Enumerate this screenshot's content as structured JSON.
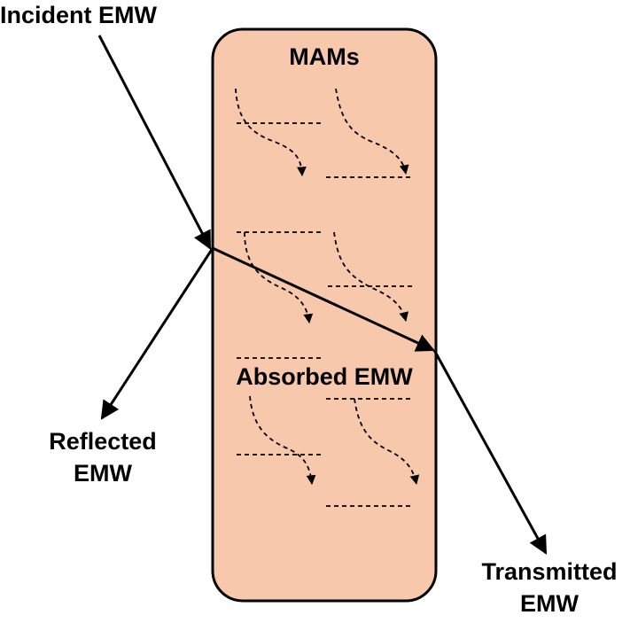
{
  "labels": {
    "incident": "Incident EMW",
    "material": "MAMs",
    "absorbed": "Absorbed EMW",
    "reflected_line1": "Reflected",
    "reflected_line2": "EMW",
    "transmitted_line1": "Transmitted",
    "transmitted_line2": "EMW"
  },
  "colors": {
    "material_fill": "#f8c8ad",
    "stroke": "#000000",
    "background": "#ffffff"
  }
}
